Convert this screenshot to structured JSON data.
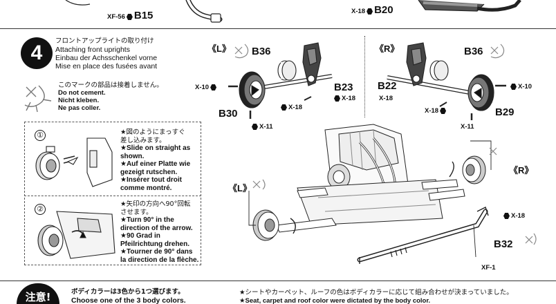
{
  "top": {
    "left_part": "XF-56",
    "left_code": "B15",
    "right_part": "X-18",
    "right_code": "B20"
  },
  "step": {
    "number": "4",
    "title_jp": "フロントアップライトの取り付け",
    "title_en": "Attaching front uprights",
    "title_de": "Einbau der Achsschenkel vorne",
    "title_fr": "Mise en place des fusées avant"
  },
  "no_cement": {
    "jp": "このマークの部品は接着しません。",
    "en": "Do not cement.",
    "de": "Nicht kleben.",
    "fr": "Ne pas coller."
  },
  "substep1": {
    "number": "①",
    "lines": [
      "★図のようにまっすぐ",
      "差し込みます。",
      "★Slide on straight as",
      "shown.",
      "★Auf einer Platte wie",
      "gezeigt rutschen.",
      "★Insérer tout droit",
      "comme montré."
    ]
  },
  "substep2": {
    "number": "②",
    "lines": [
      "★矢印の方向へ90°回転",
      "させます。",
      "★Turn 90° in the",
      "direction of the arrow.",
      "★90 Grad in",
      "Pfeilrichtung drehen.",
      "★Tourner de 90° dans",
      "la direction de la flèche."
    ]
  },
  "left_assembly": {
    "side": "《L》",
    "b36": "B36",
    "b23": "B23",
    "b30": "B30",
    "x10": "X-10",
    "x18a": "X-18",
    "x18b": "X-18",
    "x11": "X-11"
  },
  "right_assembly": {
    "side": "《R》",
    "b36": "B36",
    "b22": "B22",
    "b29": "B29",
    "x10": "X-10",
    "x18a": "X-18",
    "x18b": "X-18",
    "x11": "X-11"
  },
  "chassis": {
    "side_l": "《L》",
    "side_r": "《R》",
    "x18": "X-18",
    "b32": "B32",
    "xf1": "XF-1"
  },
  "bottom": {
    "caution": "注意!",
    "col1_jp": "ボディカラーは3色から1つ選びます。",
    "col1_en": "Choose one of the 3 body colors.",
    "col2_jp": "★シートやカーペット、ルーフの色はボディカラーに応じて組み合わせが決まっていました。",
    "col2_en": "★Seat, carpet and roof color were dictated by the body color."
  }
}
